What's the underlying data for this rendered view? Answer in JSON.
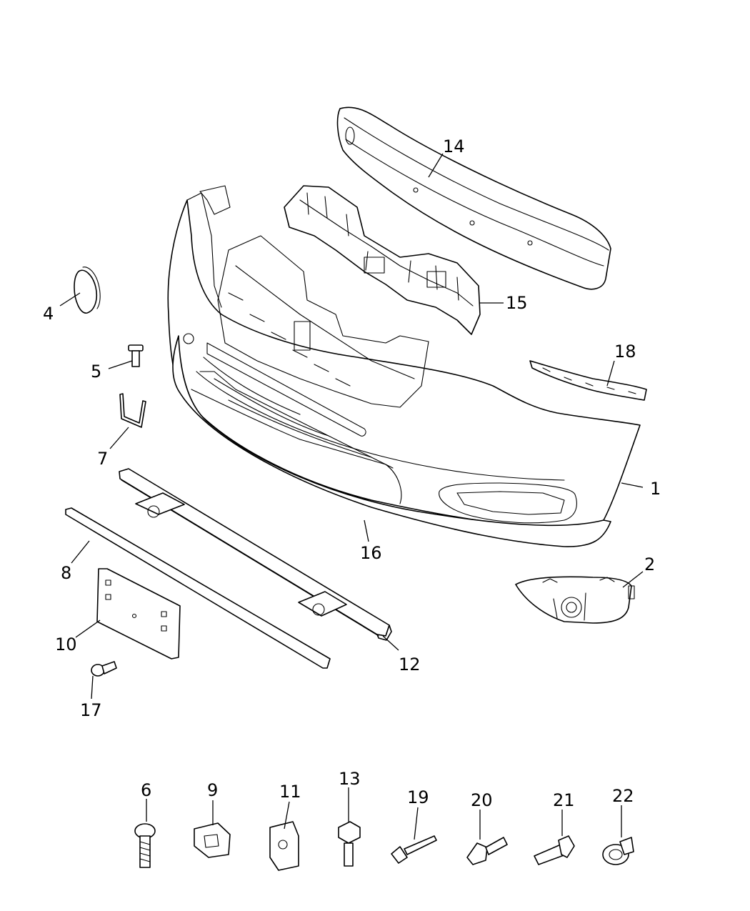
{
  "callouts": {
    "c1": "1",
    "c2": "2",
    "c4": "4",
    "c5": "5",
    "c6": "6",
    "c7": "7",
    "c8": "8",
    "c9": "9",
    "c10": "10",
    "c11": "11",
    "c12": "12",
    "c13": "13",
    "c14": "14",
    "c15": "15",
    "c16": "16",
    "c17": "17",
    "c18": "18",
    "c19": "19",
    "c20": "20",
    "c21": "21",
    "c22": "22"
  },
  "colors": {
    "line": "#000000",
    "background": "#ffffff"
  }
}
